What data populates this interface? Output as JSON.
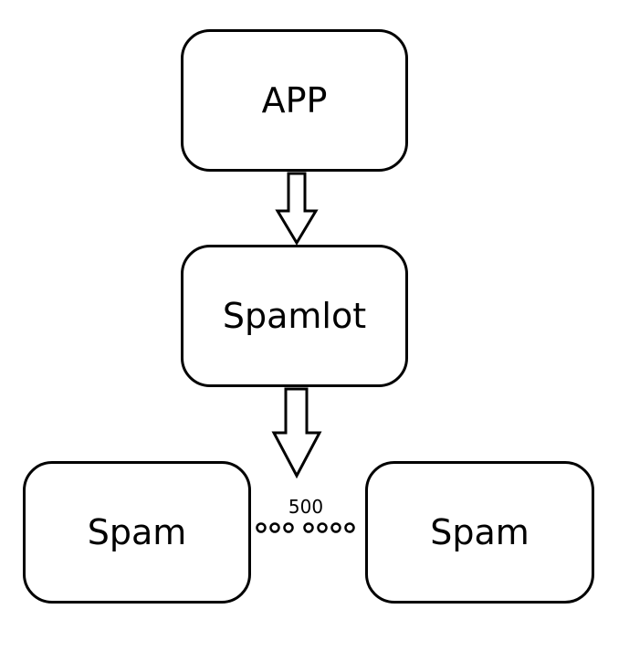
{
  "diagram": {
    "nodes": {
      "app": "APP",
      "spamlot": "Spamlot",
      "spam_left": "Spam",
      "spam_right": "Spam"
    },
    "edges": [
      {
        "from": "APP",
        "to": "Spamlot"
      },
      {
        "from": "Spamlot",
        "to": "Spam"
      }
    ],
    "spam_count_label": "500",
    "colors": {
      "stroke": "#000000",
      "fill": "#ffffff"
    }
  }
}
